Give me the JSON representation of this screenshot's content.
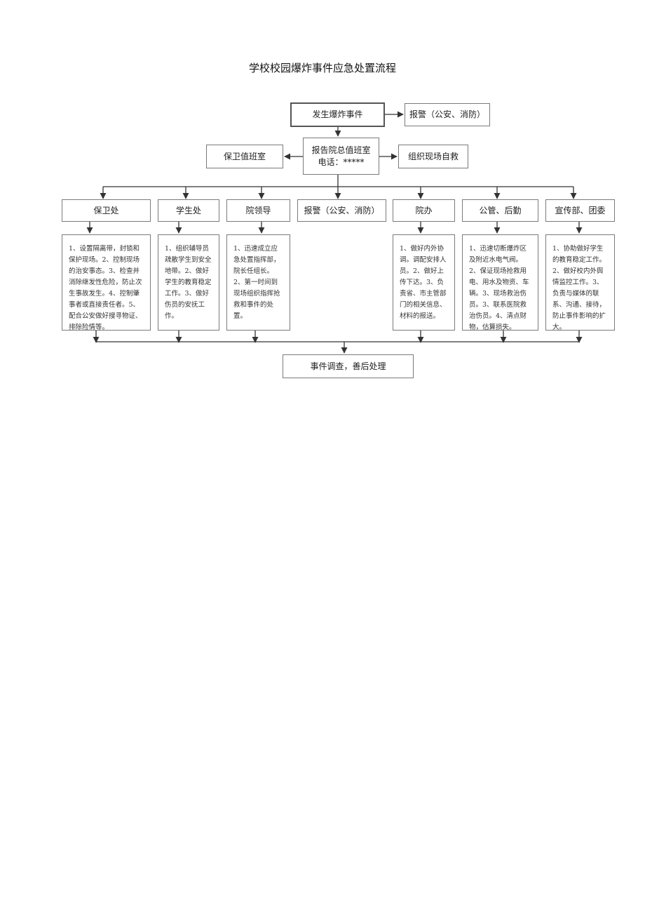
{
  "title": "学校校园爆炸事件应急处置流程",
  "start": "发生爆炸事件",
  "alarm_top": "报警（公安、消防）",
  "security_duty": "保卫值班室",
  "report_line1": "报告院总值班室",
  "report_line2": "电话：*****",
  "self_rescue": "组织现场自救",
  "departments": [
    {
      "name": "保卫处",
      "details": "1、设置隔离带，封锁和保护现场。2、控制现场的治安事态。3、检查并消除继发性危险，防止次生事故发生。4、控制肇事者或直接责任者。5、配合公安做好搜寻物证、排除险情等。"
    },
    {
      "name": "学生处",
      "details": "1、组织辅导员疏散学生到安全地带。2、做好学生的教育稳定工作。3、做好伤员的安抚工作。"
    },
    {
      "name": "院领导",
      "details": "1、迅速成立应急处置指挥部，院长任组长。2、第一时间到现场组织指挥抢救和事件的处置。"
    },
    {
      "name": "报警（公安、消防）",
      "details": ""
    },
    {
      "name": "院办",
      "details": "1、做好内外协调。调配安排人员。2、做好上传下达。3、负责省、市主管部门的相关信息、材料的报送。"
    },
    {
      "name": "公管、后勤",
      "details": "1、迅速切断爆炸区及附近水电气阀。2、保证现场抢救用电、用水及物资、车辆。3、现场救治伤员。3、联系医院救治伤员。4、清点财物，估算损失。"
    },
    {
      "name": "宣传部、团委",
      "details": "1、协助做好学生的教育稳定工作。2、做好校内外舆情监控工作。3、负责与媒体的联系、沟通、接待，防止事件影响的扩大。"
    }
  ],
  "final": "事件调查，善后处理"
}
